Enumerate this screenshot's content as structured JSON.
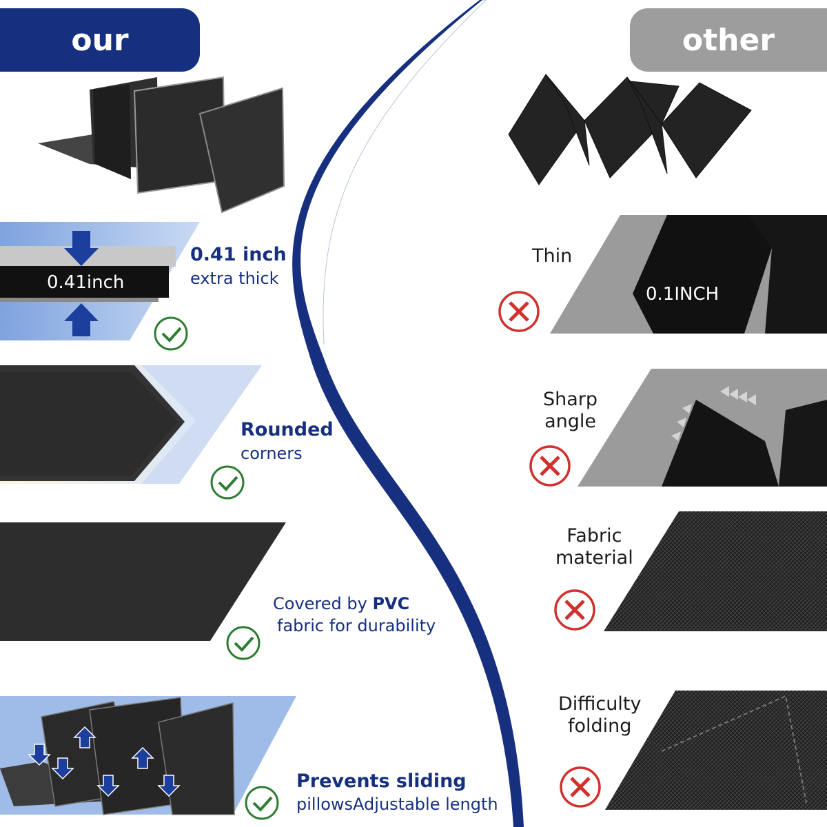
{
  "headers": {
    "our": "our",
    "other": "other"
  },
  "our_features": [
    {
      "badge": "0.41inch",
      "title": "0.41 inch",
      "subtitle": "extra thick",
      "status": "check"
    },
    {
      "title": "Rounded",
      "subtitle": "corners",
      "status": "check"
    },
    {
      "title_prefix": "Covered by ",
      "title_bold": "PVC",
      "subtitle": "fabric for durability",
      "status": "check"
    },
    {
      "title": "Prevents sliding",
      "subtitle": "pillowsAdjustable length",
      "status": "check"
    }
  ],
  "other_features": [
    {
      "title": "Thin",
      "badge": "0.1INCH",
      "status": "cross"
    },
    {
      "title": "Sharp\nangle",
      "status": "cross"
    },
    {
      "title": "Fabric\nmaterial",
      "status": "cross"
    },
    {
      "title": "Difficulty\nfolding",
      "status": "cross"
    }
  ],
  "colors": {
    "brand_navy": "#16307f",
    "other_gray": "#9d9d9d",
    "check_green": "#2e7d32",
    "cross_red": "#d0312d",
    "panel_blue": "#9fbce9"
  }
}
